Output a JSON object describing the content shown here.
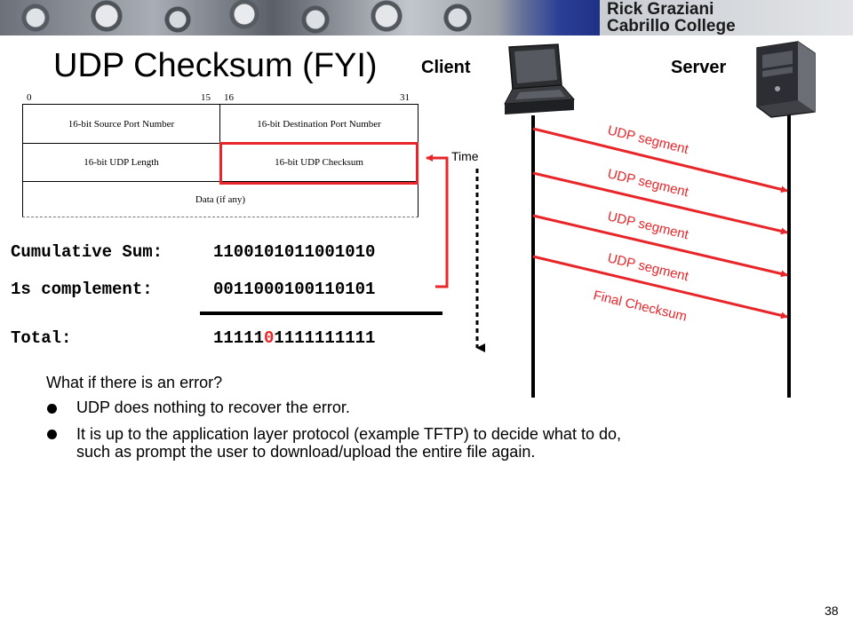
{
  "banner": {
    "author_line1": "Rick Graziani",
    "author_line2": "Cabrillo College"
  },
  "title": "UDP Checksum (FYI)",
  "header_diagram": {
    "bit_labels": [
      "0",
      "15",
      "16",
      "31"
    ],
    "row1_left": "16-bit Source Port Number",
    "row1_right": "16-bit Destination Port Number",
    "row2_left": "16-bit UDP Length",
    "row2_right": "16-bit UDP Checksum",
    "row3": "Data (if any)"
  },
  "calculation": {
    "cumulative_label": "Cumulative Sum:",
    "cumulative_value": "1100101011001010",
    "complement_label": "1s complement:",
    "complement_value": "0011000100110101",
    "total_label": "Total:",
    "total_prefix": "11111",
    "total_error_bit": "0",
    "total_suffix": "1111111111"
  },
  "exchange": {
    "client_label": "Client",
    "server_label": "Server",
    "time_label": "Time",
    "arrows": [
      "UDP segment",
      "UDP segment",
      "UDP segment",
      "UDP segment",
      "Final Checksum"
    ]
  },
  "body": {
    "question": "What if there is an error?",
    "bullet1": "UDP does nothing to recover the error.",
    "bullet2_line1": "It is up to the application layer protocol (example TFTP) to decide what to do,",
    "bullet2_line2": "such as prompt the user to download/upload  the entire file again."
  },
  "page_number": "38",
  "colors": {
    "accent_red": "#e8262a",
    "banner_blue": "#2a3f96"
  },
  "icons": [
    "laptop-icon",
    "server-tower-icon"
  ]
}
